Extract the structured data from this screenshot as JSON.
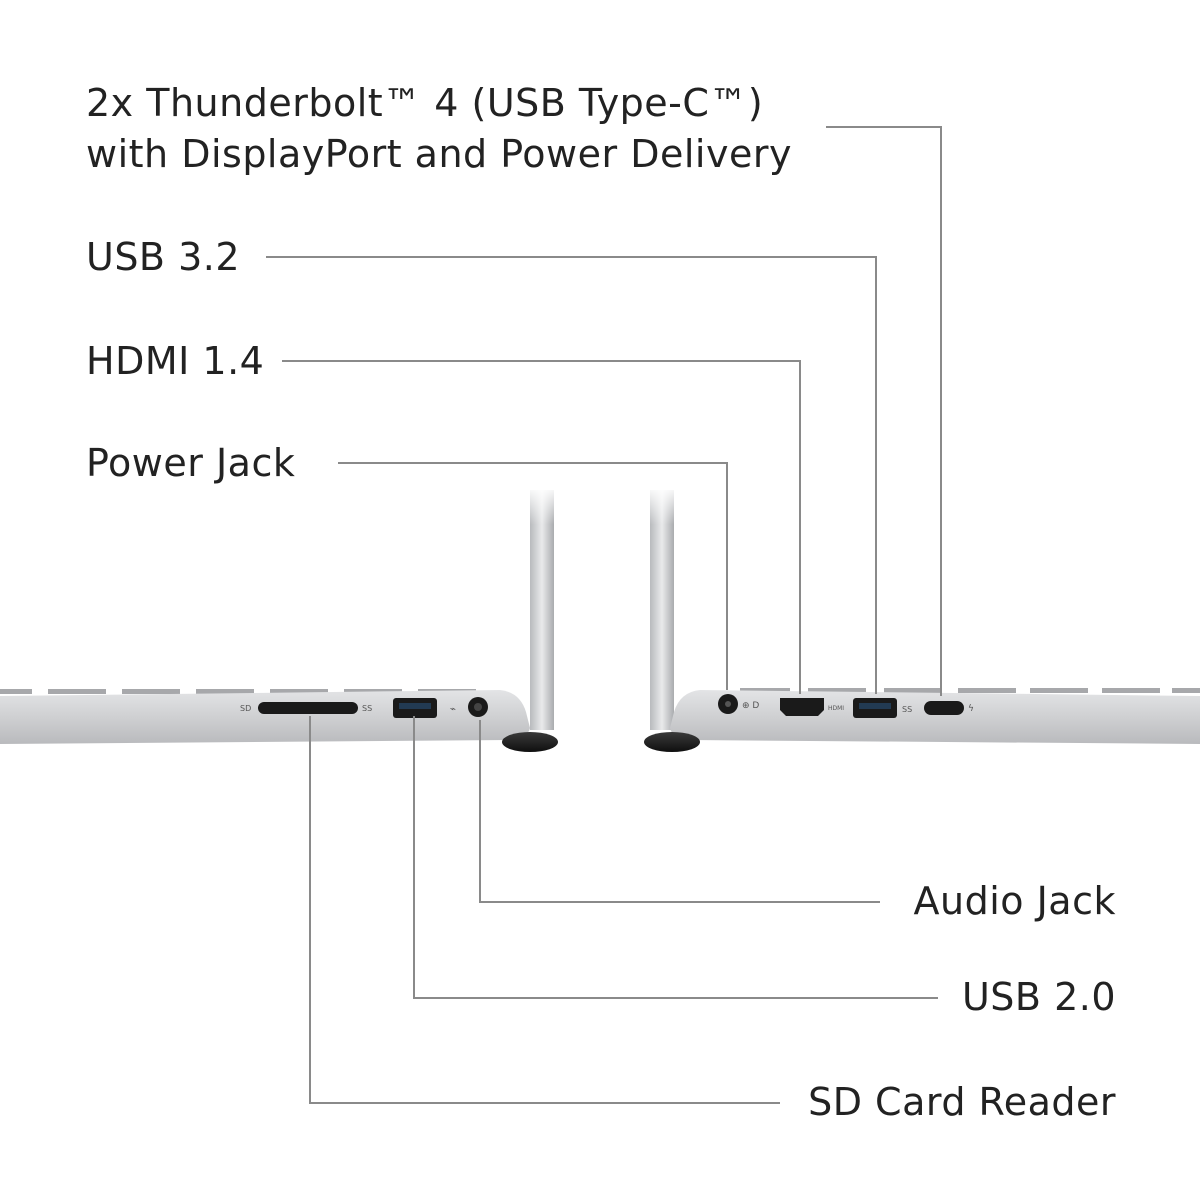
{
  "labels": {
    "thunderbolt_line1": "2x Thunderbolt™ 4 (USB Type-C™)",
    "thunderbolt_line2": "with DisplayPort and Power Delivery",
    "usb32": "USB 3.2",
    "hdmi": "HDMI 1.4",
    "power_jack": "Power Jack",
    "audio_jack": "Audio Jack",
    "usb20": "USB 2.0",
    "sd_card": "SD Card Reader"
  },
  "colors": {
    "text": "#222222",
    "leader": "#8a8a8a",
    "chassis": "#d4d5d7",
    "port": "#1a1a1a"
  }
}
